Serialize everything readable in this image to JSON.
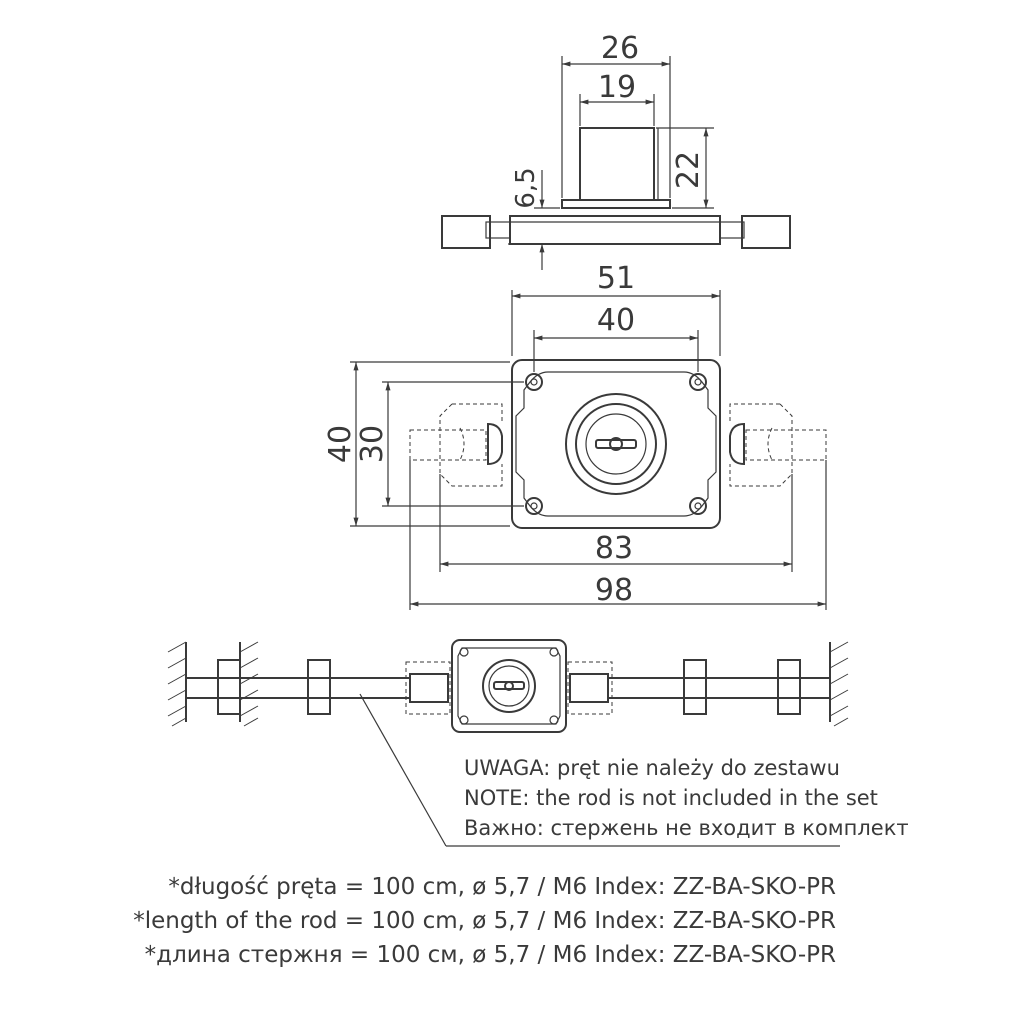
{
  "top_view": {
    "dim_outer_width": "26",
    "dim_inner_width": "19",
    "dim_height": "22",
    "dim_flange": "6,5"
  },
  "front_view": {
    "dim_body_width": "51",
    "dim_hole_spacing_h": "40",
    "dim_height": "40",
    "dim_hole_spacing_v": "30",
    "dim_span_inner": "83",
    "dim_span_outer": "98"
  },
  "note": {
    "pl": "UWAGA: pręt nie należy do zestawu",
    "en": "NOTE: the rod is not included in the set",
    "ru": "Важно: стержень не входит в комплект"
  },
  "footnotes": [
    "*długość pręta = 100 cm, ø 5,7 / M6  Index: ZZ-BA-SKO-PR",
    "*length of the rod = 100 cm, ø 5,7 / M6  Index: ZZ-BA-SKO-PR",
    "*длина стержня = 100 см, ø 5,7 / M6 Index: ZZ-BA-SKO-PR"
  ],
  "colors": {
    "line": "#3a3a3a",
    "background": "#ffffff"
  }
}
